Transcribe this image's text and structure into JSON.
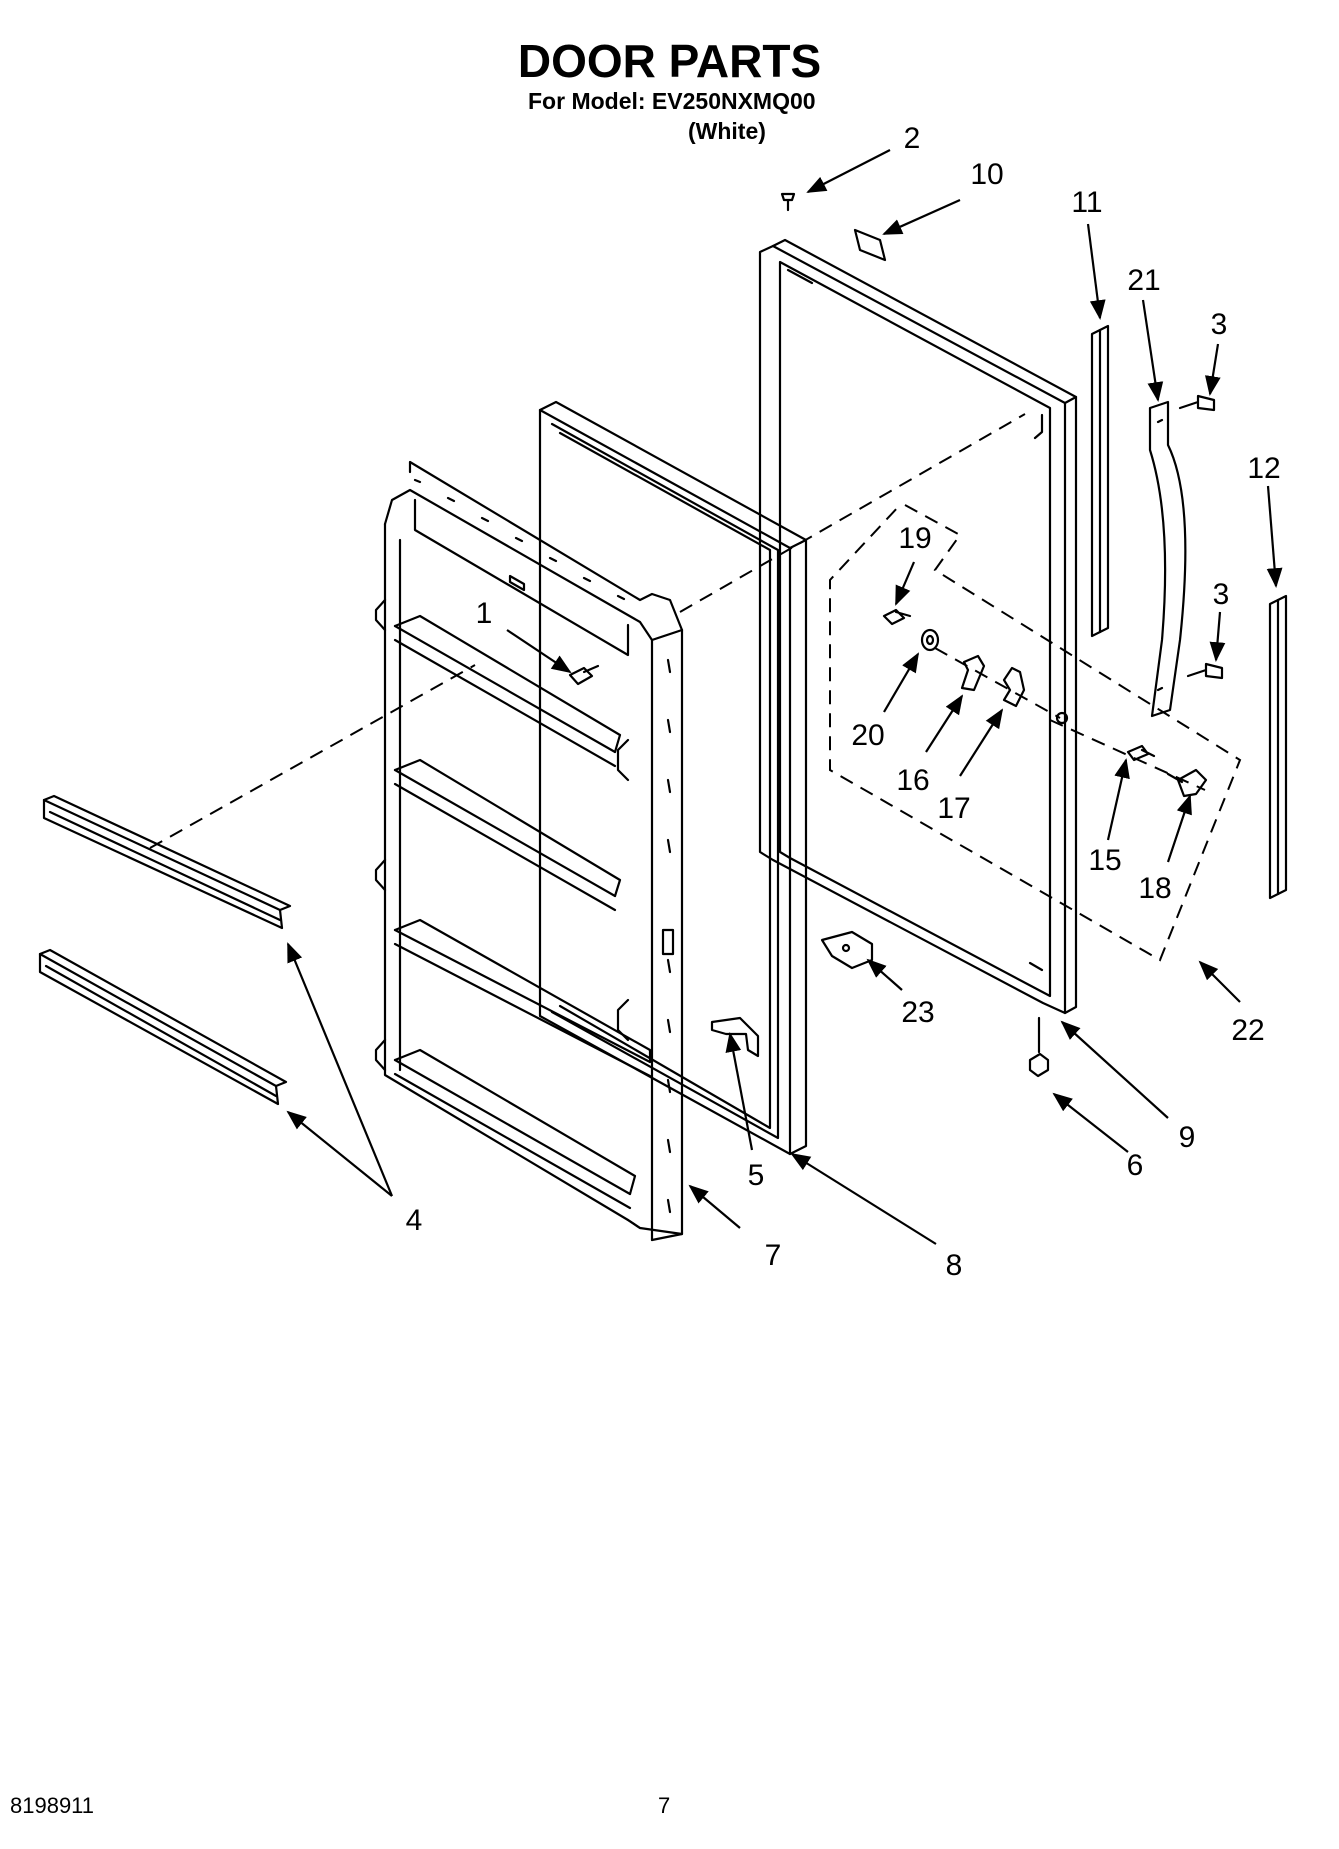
{
  "header": {
    "title": "DOOR PARTS",
    "model_line": "For Model: EV250NXMQ00",
    "variant": "(White)"
  },
  "callouts": {
    "c1": "1",
    "c2": "2",
    "c3a": "3",
    "c3b": "3",
    "c4": "4",
    "c5": "5",
    "c6": "6",
    "c7": "7",
    "c8": "8",
    "c9": "9",
    "c10": "10",
    "c11": "11",
    "c12": "12",
    "c15": "15",
    "c16": "16",
    "c17": "17",
    "c18": "18",
    "c19": "19",
    "c20": "20",
    "c21": "21",
    "c22": "22",
    "c23": "23"
  },
  "footer": {
    "doc_number": "8198911",
    "page_number": "7"
  }
}
